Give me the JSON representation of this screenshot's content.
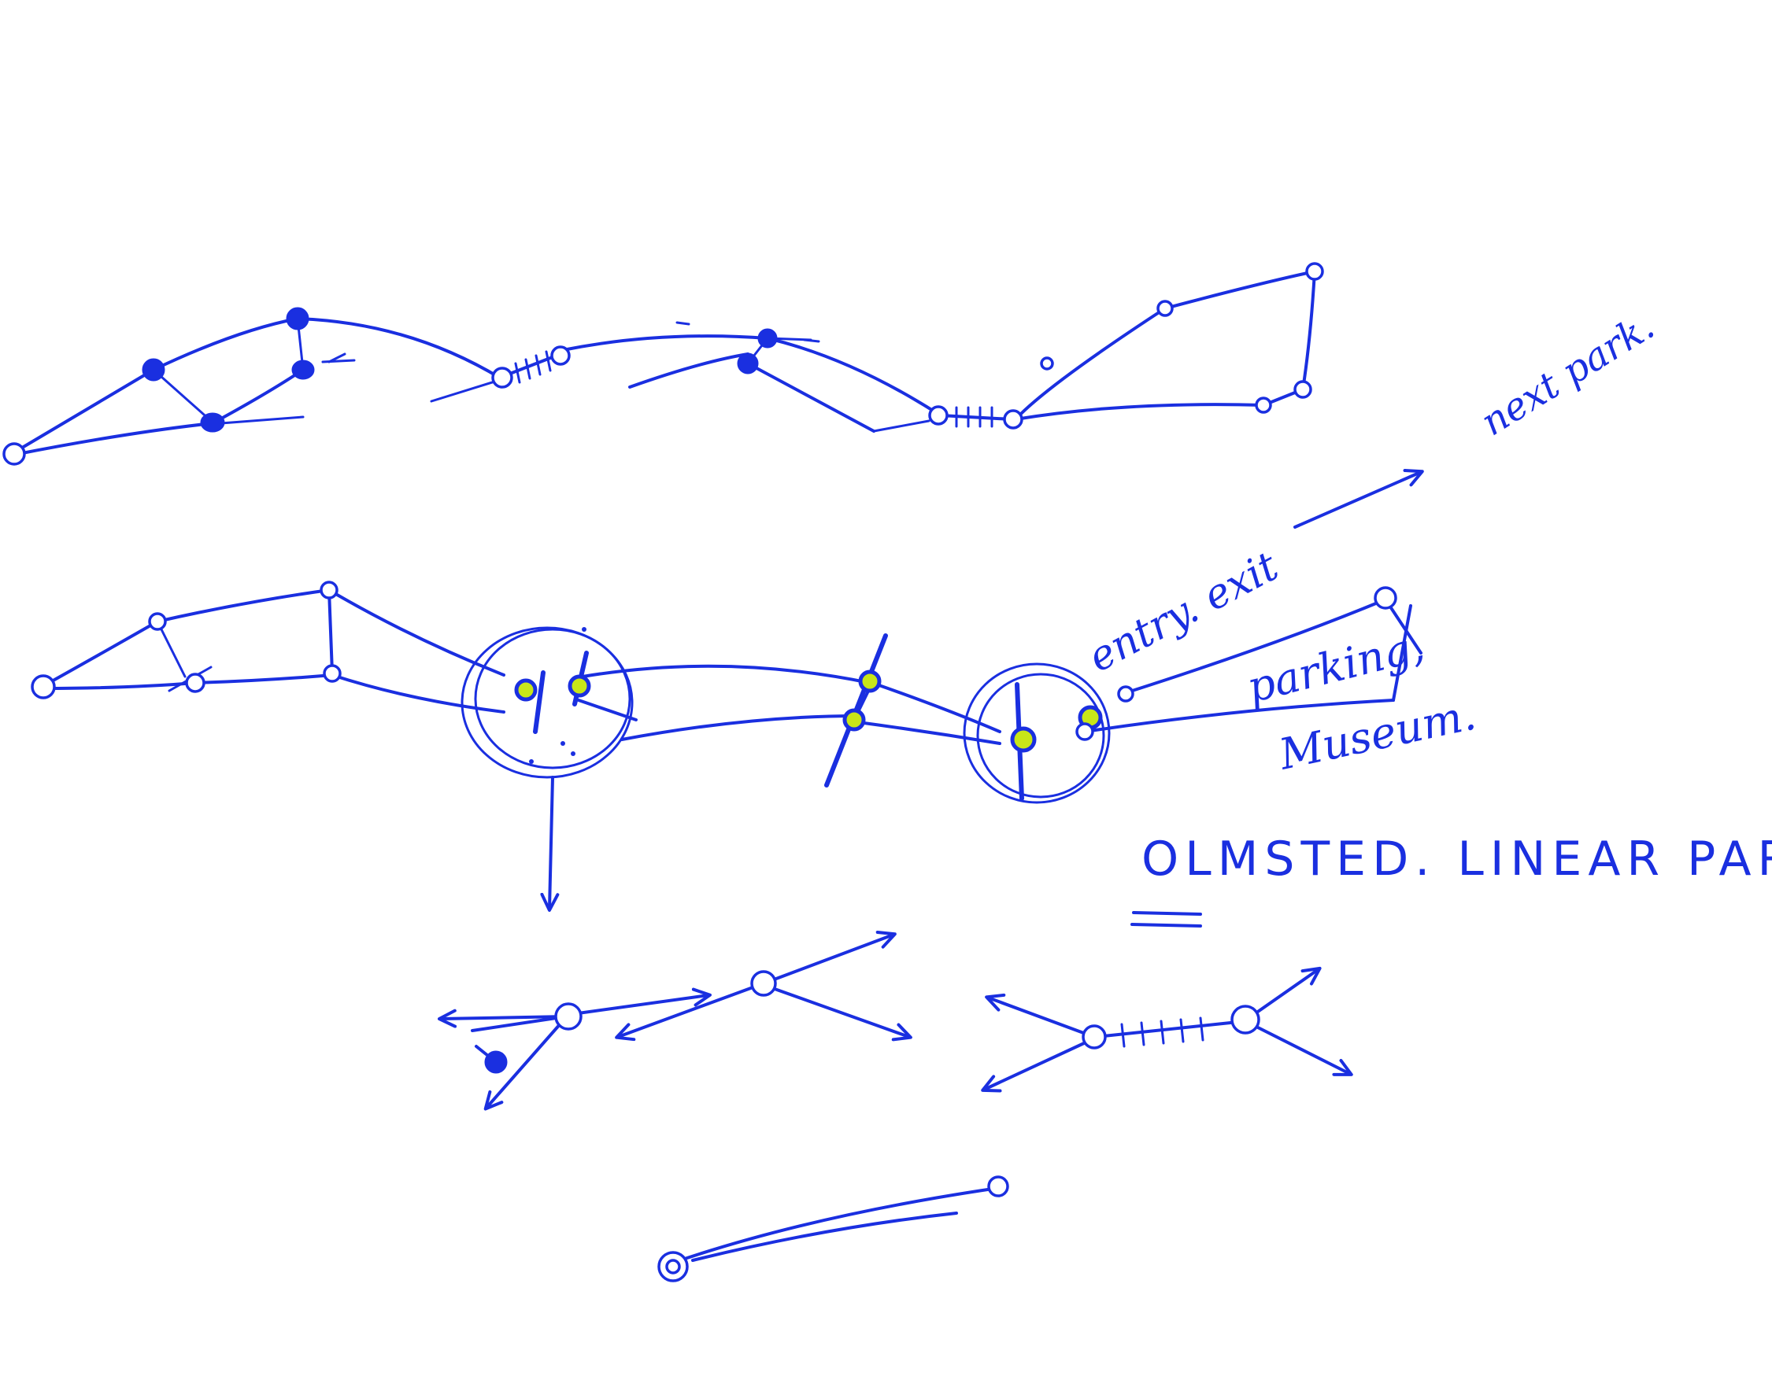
{
  "annotations": {
    "next_park": "next park.",
    "entry_exit": "entry. exit",
    "parking": "parking,",
    "museum": "Museum."
  },
  "title": "OLMSTED. LINEAR PARK",
  "colors": {
    "ink": "#1a2fe0",
    "highlight": "#c8e619",
    "paper": "#ffffff"
  }
}
